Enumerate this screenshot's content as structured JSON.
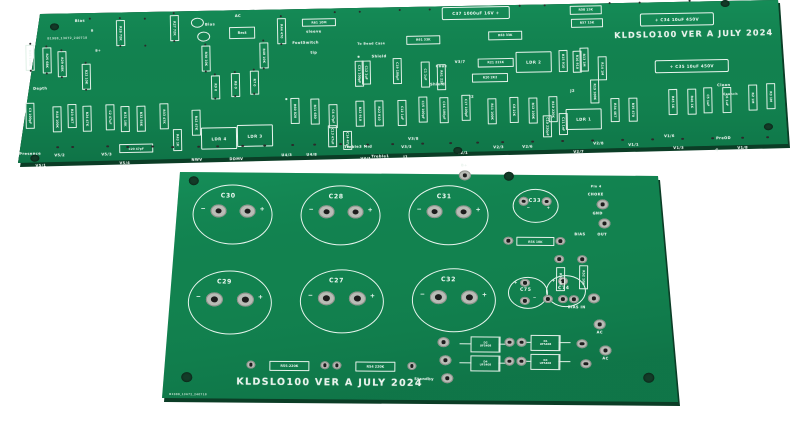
{
  "scene": {
    "description": "Photo of two bare green printed circuit boards (PCB) on white background",
    "background_color": "#ffffff",
    "pcb_color": "#117a4d",
    "silkscreen_color": "#e8f3ec",
    "pad_color": "#b9bcb6",
    "board_edge_color": "#0b3d26"
  },
  "top_board": {
    "title": "KLDSLO100 VER A JULY 2024",
    "batch_code": "B1988_13672_240718",
    "section_labels": [
      "Bias",
      "B",
      "B+",
      "AC",
      "Bias",
      "Rect",
      "FootSwitch",
      "sleeve",
      "tip",
      "To Bend Case",
      "Shield",
      "Coax",
      "Depth",
      "Presence",
      "Treble1",
      "Treble3 Mid",
      "Clean",
      "Crunch",
      "PreOD",
      "Clean",
      "J1",
      "J2",
      "J2",
      "G"
    ],
    "connector_labels": [
      "V5/1",
      "V5/2",
      "V5/3",
      "V5/4",
      "NWV",
      "DDMV",
      "U4/3",
      "U4/8",
      "V3/1",
      "V3/3",
      "V3/8",
      "V2/1",
      "V2/3",
      "V2/6",
      "V2/7",
      "V2/8",
      "V1/1",
      "V1/3",
      "V1/6",
      "V1/8",
      "V3/7",
      "V2/7"
    ],
    "components": [
      {
        "ref": "R28",
        "value": "72K"
      },
      {
        "ref": "R27",
        "value": "72K"
      },
      {
        "ref": "R44",
        "value": "470"
      },
      {
        "ref": "R26",
        "value": "100K"
      },
      {
        "ref": "R25",
        "value": "68K"
      },
      {
        "ref": "R29",
        "value": "68K"
      },
      {
        "ref": "R22",
        "value": "10K"
      },
      {
        "ref": "R30",
        "value": "10K"
      },
      {
        "ref": "R40",
        "value": "10K"
      },
      {
        "ref": "R9",
        "value": "0"
      },
      {
        "ref": "R8",
        "value": "0"
      },
      {
        "ref": "R7",
        "value": "0"
      },
      {
        "ref": "C31",
        "value": "100pF"
      },
      {
        "ref": "C19",
        "value": "100pF"
      },
      {
        "ref": "R23",
        "value": "47K"
      },
      {
        "ref": "R24",
        "value": "47K"
      },
      {
        "ref": "C2",
        "value": "47uF"
      },
      {
        "ref": "R31",
        "value": "10K"
      },
      {
        "ref": "R32",
        "value": "56K"
      },
      {
        "ref": "R33",
        "value": "47K"
      },
      {
        "ref": "R42",
        "value": "47K"
      },
      {
        "ref": "R43",
        "value": "1K"
      },
      {
        "ref": "C20",
        "value": "47pF"
      },
      {
        "ref": "LDR 4",
        "value": ""
      },
      {
        "ref": "LDR 3",
        "value": ""
      },
      {
        "ref": "LDR 2",
        "value": ""
      },
      {
        "ref": "LDR 1",
        "value": ""
      },
      {
        "ref": "R60",
        "value": "820"
      },
      {
        "ref": "R11",
        "value": "680"
      },
      {
        "ref": "C13",
        "value": "47uF"
      },
      {
        "ref": "R22",
        "value": "910"
      },
      {
        "ref": "R22",
        "value": "910"
      },
      {
        "ref": "C12",
        "value": "1uF"
      },
      {
        "ref": "C14",
        "value": "47pF"
      },
      {
        "ref": "C15",
        "value": "100pF"
      },
      {
        "ref": "C16",
        "value": "100pF"
      },
      {
        "ref": "C17",
        "value": "100pF"
      },
      {
        "ref": "R11",
        "value": "100K"
      },
      {
        "ref": "C8",
        "value": "22K"
      },
      {
        "ref": "R12",
        "value": "100K"
      },
      {
        "ref": "R10",
        "value": "220K"
      },
      {
        "ref": "R21",
        "value": "221K"
      },
      {
        "ref": "R20",
        "value": "2K2"
      },
      {
        "ref": "R61",
        "value": "33K"
      },
      {
        "ref": "R63",
        "value": "33K"
      },
      {
        "ref": "C37",
        "value": "1000uF 16V"
      },
      {
        "ref": "R58",
        "value": "15K"
      },
      {
        "ref": "R57",
        "value": "15K"
      },
      {
        "ref": "C34",
        "value": "10uF 450V"
      },
      {
        "ref": "C35",
        "value": "10uF 450V"
      },
      {
        "ref": "R61",
        "value": "10M"
      },
      {
        "ref": "R18",
        "value": "100K"
      },
      {
        "ref": "R19",
        "value": "100K"
      },
      {
        "ref": "R13",
        "value": "1M"
      },
      {
        "ref": "R14",
        "value": "1M"
      },
      {
        "ref": "C10",
        "value": "220pF"
      },
      {
        "ref": "C11",
        "value": "1nF"
      },
      {
        "ref": "R34",
        "value": "4K7"
      },
      {
        "ref": "R35",
        "value": "470"
      },
      {
        "ref": "R36",
        "value": "470"
      },
      {
        "ref": "R45",
        "value": "1K"
      },
      {
        "ref": "R46",
        "value": "1K"
      },
      {
        "ref": "C5",
        "value": "1uF"
      },
      {
        "ref": "C6",
        "value": "1uF"
      },
      {
        "ref": "R2",
        "value": "1M"
      },
      {
        "ref": "R3",
        "value": "1M"
      }
    ]
  },
  "bottom_board": {
    "title": "KLDSLO100 VER A JULY 2024",
    "batch_code": "B1988_13672_240718",
    "filter_caps": [
      {
        "ref": "C30",
        "minus": "−",
        "plus": "+"
      },
      {
        "ref": "C28",
        "minus": "−",
        "plus": "+"
      },
      {
        "ref": "C31",
        "minus": "−",
        "plus": "+"
      },
      {
        "ref": "C29",
        "minus": "−",
        "plus": "+"
      },
      {
        "ref": "C27",
        "minus": "−",
        "plus": "+"
      },
      {
        "ref": "C32",
        "minus": "−",
        "plus": "+"
      }
    ],
    "small_caps": [
      {
        "ref": "C33",
        "minus": "−",
        "plus": "+"
      },
      {
        "ref": "C75",
        "minus": "−",
        "plus": "+"
      },
      {
        "ref": "C74",
        "minus": "−",
        "plus": "+"
      }
    ],
    "resistors": [
      {
        "ref": "R55",
        "value": "220K"
      },
      {
        "ref": "R54",
        "value": "220K"
      },
      {
        "ref": "R56",
        "value": "10K"
      },
      {
        "ref": "R53",
        "value": "5K"
      },
      {
        "ref": "R52",
        "value": "10K"
      }
    ],
    "diodes": [
      {
        "ref": "D2",
        "value": "UF5408"
      },
      {
        "ref": "D4",
        "value": "UF5408"
      },
      {
        "ref": "D1",
        "value": "UF5408"
      },
      {
        "ref": "D3",
        "value": "UF5408"
      }
    ],
    "terminal_labels": [
      "B+",
      "Pin 4",
      "CHOKE",
      "GND",
      "BIAS OUT",
      "BIAS IN",
      "AC",
      "AC",
      "Standby"
    ]
  }
}
